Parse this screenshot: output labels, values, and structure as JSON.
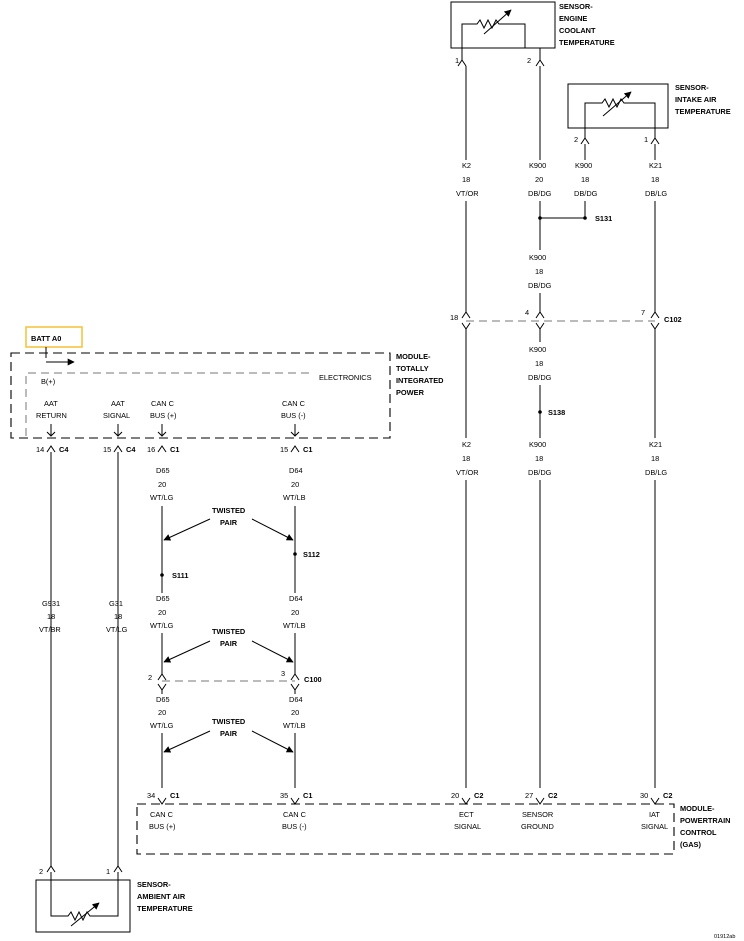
{
  "sensors": {
    "ect": [
      "SENSOR-",
      "ENGINE",
      "COOLANT",
      "TEMPERATURE"
    ],
    "iat": [
      "SENSOR-",
      "INTAKE AIR",
      "TEMPERATURE"
    ],
    "aat": [
      "SENSOR-",
      "AMBIENT AIR",
      "TEMPERATURE"
    ]
  },
  "modules": {
    "tipm": [
      "MODULE-",
      "TOTALLY",
      "INTEGRATED",
      "POWER"
    ],
    "tipm_sub": "ELECTRONICS",
    "pcm": [
      "MODULE-",
      "POWERTRAIN",
      "CONTROL",
      "(GAS)"
    ]
  },
  "batt_label": "BATT A0",
  "tipm_bplus": "B(+)",
  "tipm_pins": [
    [
      "AAT",
      "RETURN"
    ],
    [
      "AAT",
      "SIGNAL"
    ],
    [
      "CAN C",
      "BUS (+)"
    ],
    [
      "CAN C",
      "BUS (-)"
    ]
  ],
  "pcm_pins": [
    [
      "CAN C",
      "BUS (+)"
    ],
    [
      "CAN C",
      "BUS (-)"
    ],
    [
      "ECT",
      "SIGNAL"
    ],
    [
      "SENSOR",
      "GROUND"
    ],
    [
      "IAT",
      "SIGNAL"
    ]
  ],
  "pin_numbers": {
    "ect_1": "1",
    "ect_2": "2",
    "iat_2": "2",
    "iat_1": "1",
    "aat_2": "2",
    "aat_1": "1",
    "c102_18": "18",
    "c102_4": "4",
    "c102_7": "7",
    "c100_2": "2",
    "c100_3": "3",
    "tipm_14": "14",
    "tipm_15a": "15",
    "tipm_16": "16",
    "tipm_15b": "15",
    "pcm_34": "34",
    "pcm_35": "35",
    "pcm_20": "20",
    "pcm_27": "27",
    "pcm_30": "30"
  },
  "connectors": {
    "c102": "C102",
    "c100": "C100",
    "c4a": "C4",
    "c4b": "C4",
    "c1a": "C1",
    "c1b": "C1",
    "c1c": "C1",
    "c1d": "C1",
    "c2a": "C2",
    "c2b": "C2",
    "c2c": "C2"
  },
  "splices": {
    "s131": "S131",
    "s138": "S138",
    "s111": "S111",
    "s112": "S112"
  },
  "twisted_pair": [
    "TWISTED",
    "PAIR"
  ],
  "wires": {
    "k2_top": [
      "K2",
      "18",
      "VT/OR"
    ],
    "k900_top": [
      "K900",
      "20",
      "DB/DG"
    ],
    "k900_iat": [
      "K900",
      "18",
      "DB/DG"
    ],
    "k21_top": [
      "K21",
      "18",
      "DB/LG"
    ],
    "k900_mid": [
      "K900",
      "18",
      "DB/DG"
    ],
    "k900_c102": [
      "K900",
      "18",
      "DB/DG"
    ],
    "k2_low": [
      "K2",
      "18",
      "VT/OR"
    ],
    "k900_low": [
      "K900",
      "18",
      "DB/DG"
    ],
    "k21_low": [
      "K21",
      "18",
      "DB/LG"
    ],
    "d65_a": [
      "D65",
      "20",
      "WT/LG"
    ],
    "d64_a": [
      "D64",
      "20",
      "WT/LB"
    ],
    "g931": [
      "G931",
      "18",
      "VT/BR"
    ],
    "g31": [
      "G31",
      "18",
      "VT/LG"
    ],
    "d65_b": [
      "D65",
      "20",
      "WT/LG"
    ],
    "d64_b": [
      "D64",
      "20",
      "WT/LB"
    ],
    "d65_c": [
      "D65",
      "20",
      "WT/LG"
    ],
    "d64_c": [
      "D64",
      "20",
      "WT/LB"
    ]
  },
  "diagram_id": "01912ab"
}
